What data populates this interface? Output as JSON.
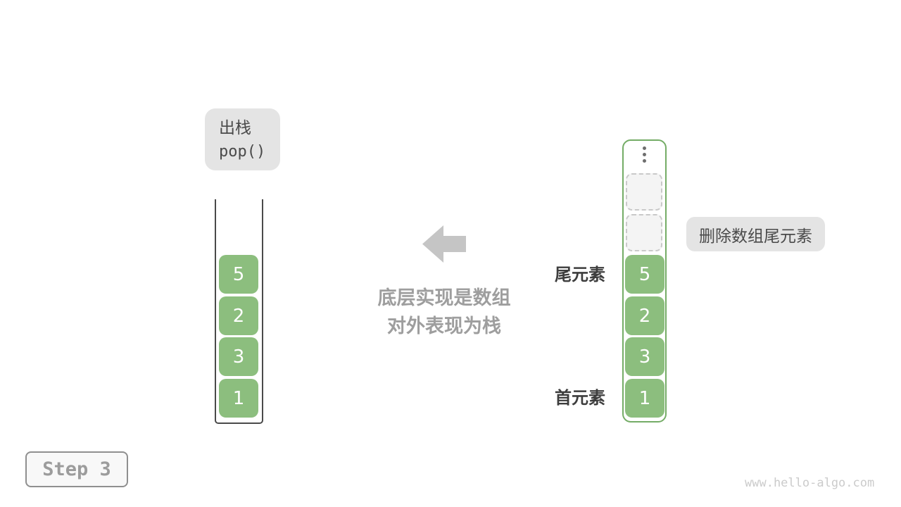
{
  "pop_label": {
    "line1": "出栈",
    "line2": "pop()"
  },
  "left_stack": {
    "values": [
      "5",
      "2",
      "3",
      "1"
    ]
  },
  "right_stack": {
    "values": [
      "5",
      "2",
      "3",
      "1"
    ],
    "empty_slots": 2,
    "ellipsis_dots": 3
  },
  "annotations": {
    "tail_label": "尾元素",
    "head_label": "首元素",
    "delete_note": "删除数组尾元素",
    "caption_line1": "底层实现是数组",
    "caption_line2": "对外表现为栈"
  },
  "step_badge": "Step 3",
  "watermark": "www.hello-algo.com",
  "colors": {
    "cell_green": "#8CBE7E",
    "container_green_border": "#74AC66",
    "note_bg": "#E4E4E4",
    "arrow_gray": "#C5C5C5",
    "caption_gray": "#9E9E9E",
    "dark_text": "#3D3D3D"
  }
}
